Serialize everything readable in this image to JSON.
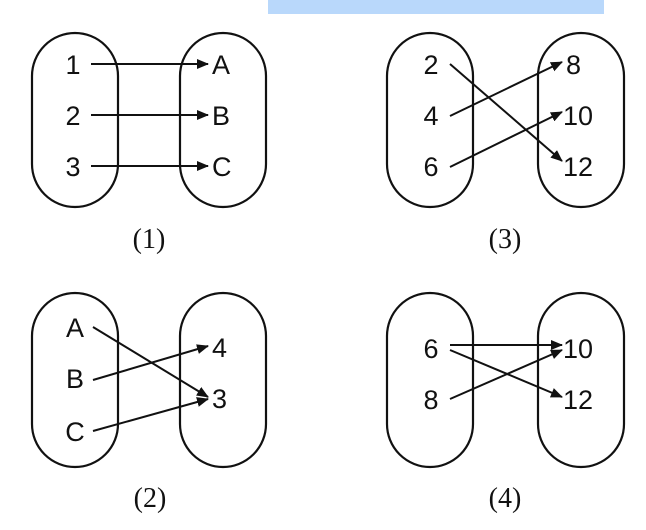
{
  "colors": {
    "top_bar": "#b9d8fb",
    "ink": "#111111"
  },
  "diagrams": [
    {
      "caption": "(1)",
      "domain": [
        "1",
        "2",
        "3"
      ],
      "codomain": [
        "A",
        "B",
        "C"
      ],
      "mappings": [
        [
          "1",
          "A"
        ],
        [
          "2",
          "B"
        ],
        [
          "3",
          "C"
        ]
      ]
    },
    {
      "caption": "(3)",
      "domain": [
        "2",
        "4",
        "6"
      ],
      "codomain": [
        "8",
        "10",
        "12"
      ],
      "mappings": [
        [
          "2",
          "12"
        ],
        [
          "4",
          "8"
        ],
        [
          "6",
          "10"
        ]
      ]
    },
    {
      "caption": "(2)",
      "domain": [
        "A",
        "B",
        "C"
      ],
      "codomain": [
        "4",
        "3"
      ],
      "mappings": [
        [
          "A",
          "3"
        ],
        [
          "B",
          "4"
        ],
        [
          "C",
          "3"
        ]
      ]
    },
    {
      "caption": "(4)",
      "domain": [
        "6",
        "8"
      ],
      "codomain": [
        "10",
        "12"
      ],
      "mappings": [
        [
          "6",
          "10"
        ],
        [
          "6",
          "12"
        ],
        [
          "8",
          "10"
        ]
      ]
    }
  ]
}
